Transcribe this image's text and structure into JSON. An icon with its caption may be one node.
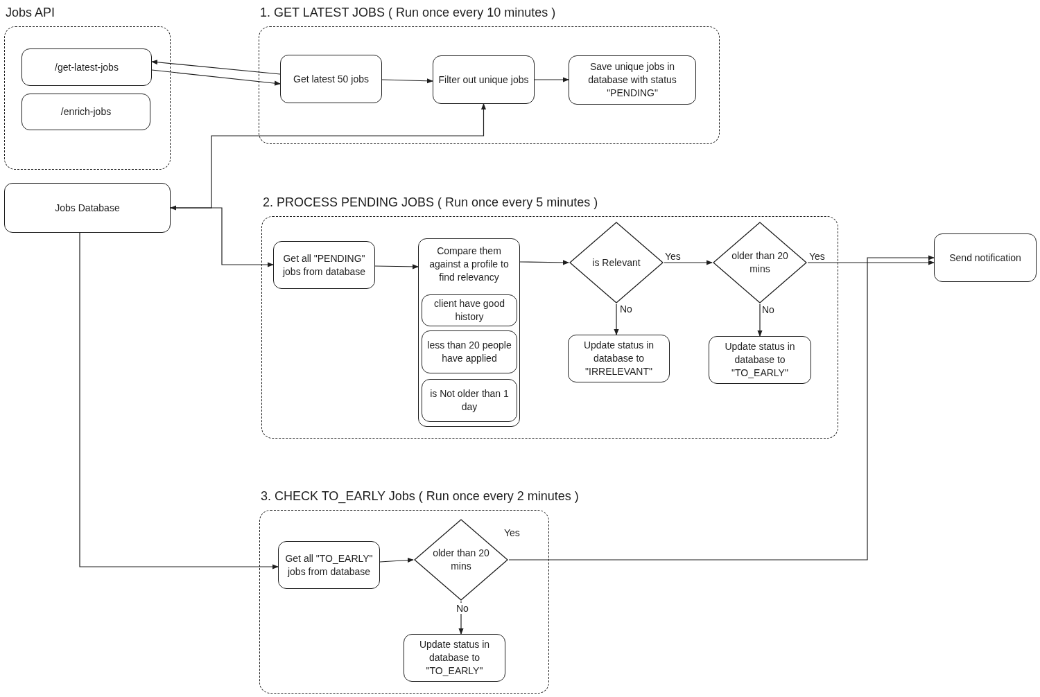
{
  "diagram": {
    "nodes": [
      {
        "text": [
          "Jobs API"
        ]
      },
      {
        "text": [
          "/get-latest-jobs"
        ],
        "in": 0
      },
      {
        "text": [
          "/enrich-jobs"
        ],
        "in": 0
      },
      {
        "text": [
          "1. GET LATEST JOBS ( Run once every 10 minutes )"
        ]
      },
      {
        "text": [
          "Get latest 50 jobs"
        ],
        "in": 3
      },
      {
        "text": [
          "Filter out unique jobs"
        ],
        "in": 3
      },
      {
        "text": [
          "Save unique jobs in database with status \"PENDING\""
        ],
        "in": 3
      },
      {
        "text": [
          "Jobs Database"
        ]
      },
      {
        "text": [
          "2. PROCESS PENDING JOBS ( Run once every 5 minutes )"
        ]
      },
      {
        "text": [
          "Get all \"PENDING\" jobs from database"
        ],
        "in": 8
      },
      {
        "text": [
          "Compare them against a profile to find relevancy"
        ],
        "in": 8
      },
      {
        "text": [
          "client have good history"
        ],
        "in": 10
      },
      {
        "text": [
          "less than 20 people have applied"
        ],
        "in": 10
      },
      {
        "text": [
          "is Not older than 1 day"
        ],
        "in": 10
      },
      {
        "text": [
          "is Relevant"
        ],
        "in": 8
      },
      {
        "text": [
          "older than 20 mins"
        ],
        "in": 8
      },
      {
        "text": [
          "Update status in database to \"IRRELEVANT\""
        ],
        "in": 8
      },
      {
        "text": [
          "Update status in database to \"TO_EARLY\""
        ],
        "in": 8
      },
      {
        "text": [
          "Send notification"
        ]
      },
      {
        "text": [
          "3. CHECK TO_EARLY Jobs ( Run once every 2 minutes )"
        ]
      },
      {
        "text": [
          "Get all \"TO_EARLY\" jobs from database"
        ],
        "in": 19
      },
      {
        "text": [
          "older than 20 mins"
        ],
        "in": 19
      },
      {
        "text": [
          "Update status in database to \"TO_EARLY\""
        ],
        "in": 19
      }
    ],
    "edges": [
      {
        "from": 4,
        "to": 1,
        "arrow": "to"
      },
      {
        "from": 1,
        "to": 4,
        "arrow": "to"
      },
      {
        "from": 4,
        "to": 5,
        "arrow": "to"
      },
      {
        "from": 5,
        "to": 6,
        "arrow": "to"
      },
      {
        "from": 7,
        "to": 5,
        "arrow": "both"
      },
      {
        "from": 7,
        "to": 9,
        "arrow": "to"
      },
      {
        "from": 9,
        "to": 10,
        "arrow": "to"
      },
      {
        "from": 10,
        "to": 14,
        "arrow": "to"
      },
      {
        "from": 14,
        "to": 15,
        "arrow": "to",
        "label": "Yes"
      },
      {
        "from": 14,
        "to": 16,
        "arrow": "to",
        "label": "No"
      },
      {
        "from": 15,
        "to": 18,
        "arrow": "to",
        "label": "Yes"
      },
      {
        "from": 15,
        "to": 17,
        "arrow": "to",
        "label": "No"
      },
      {
        "from": 7,
        "to": 20,
        "arrow": "to"
      },
      {
        "from": 20,
        "to": 21,
        "arrow": "to"
      },
      {
        "from": 21,
        "to": 18,
        "arrow": "to",
        "label": "Yes"
      },
      {
        "from": 21,
        "to": 22,
        "arrow": "to",
        "label": "No"
      }
    ]
  }
}
